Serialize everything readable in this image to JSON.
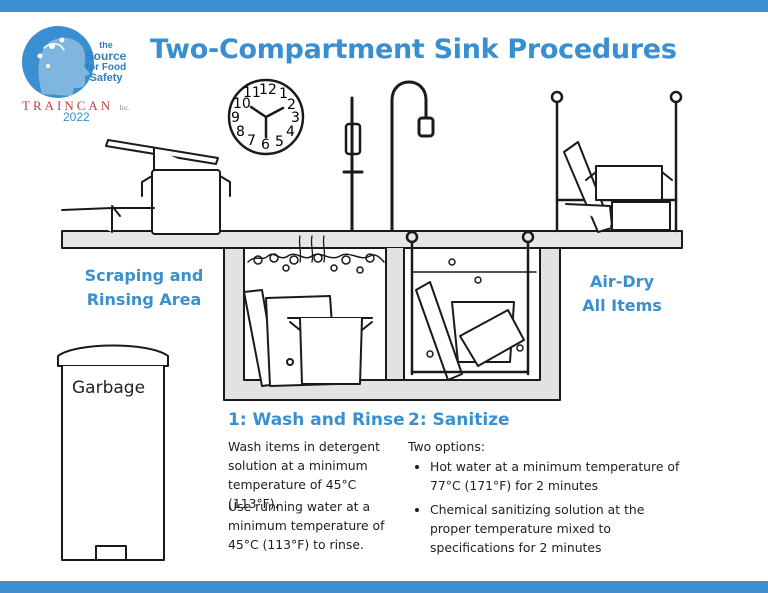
{
  "title": "Two-Compartment Sink Procedures",
  "logo": {
    "line1": "the",
    "line2": "Source",
    "line3": "for Food",
    "line4": "Safety",
    "brand": "TRAINCAN",
    "brand_suffix": "Inc.",
    "year": "2022"
  },
  "clock": {
    "numerals": [
      "12",
      "1",
      "2",
      "3",
      "4",
      "5",
      "6",
      "7",
      "8",
      "9",
      "10",
      "11"
    ]
  },
  "labels": {
    "scraping_line1": "Scraping and",
    "scraping_line2": "Rinsing Area",
    "airdry_line1": "Air-Dry",
    "airdry_line2": "All Items",
    "garbage": "Garbage"
  },
  "wash": {
    "heading": "1: Wash and Rinse",
    "para1": "Wash items in detergent solution at a minimum temperature of 45°C (113°F).",
    "para2": "Use running water at a minimum temperature of 45°C (113°F) to rinse."
  },
  "sanitize": {
    "heading": "2: Sanitize",
    "intro": "Two options:",
    "options": [
      "Hot water at a minimum temperature of 77°C (171°F) for 2 minutes",
      "Chemical sanitizing solution at the proper temperature mixed to specifications for 2 minutes"
    ]
  },
  "colors": {
    "accent": "#3a8fd0",
    "band": "#3d8fd1",
    "counter": "#e2e2e2"
  }
}
